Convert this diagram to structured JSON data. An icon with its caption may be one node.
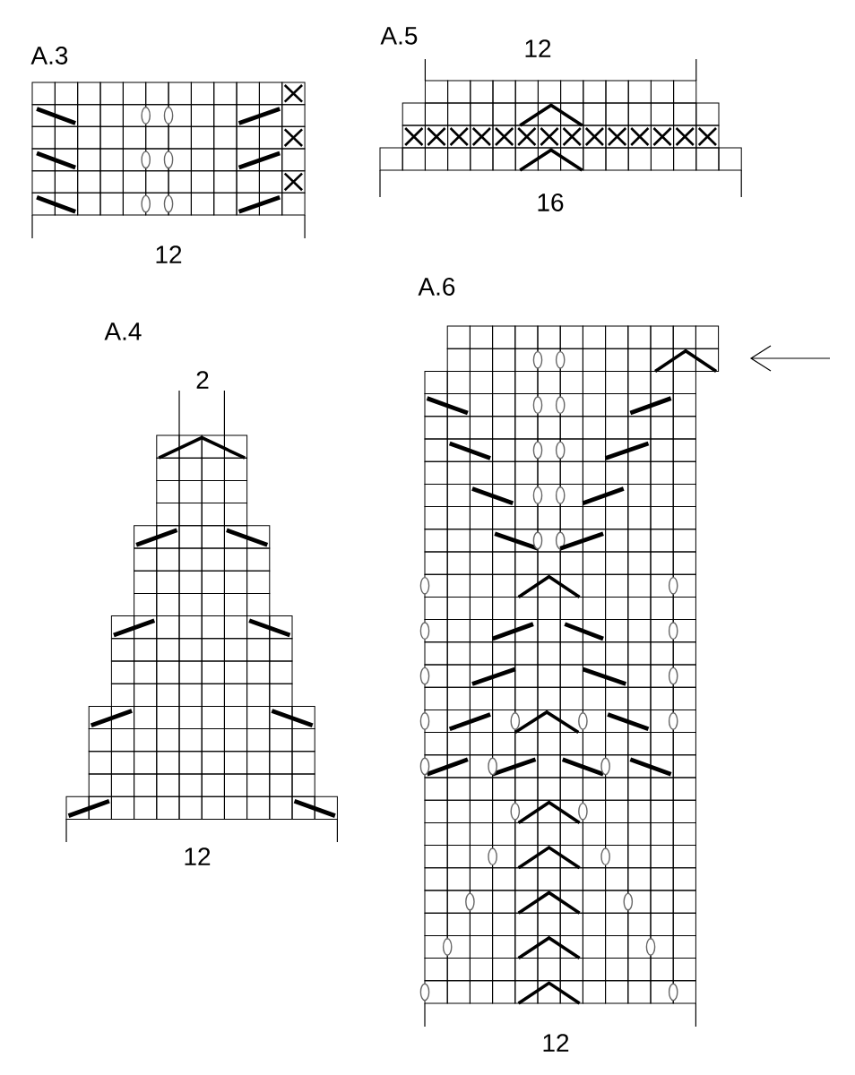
{
  "diagram": {
    "labels": [
      "A.3",
      "12",
      "A.5",
      "12",
      "16",
      "A.4",
      "2",
      "12",
      "A.6",
      "12"
    ]
  }
}
